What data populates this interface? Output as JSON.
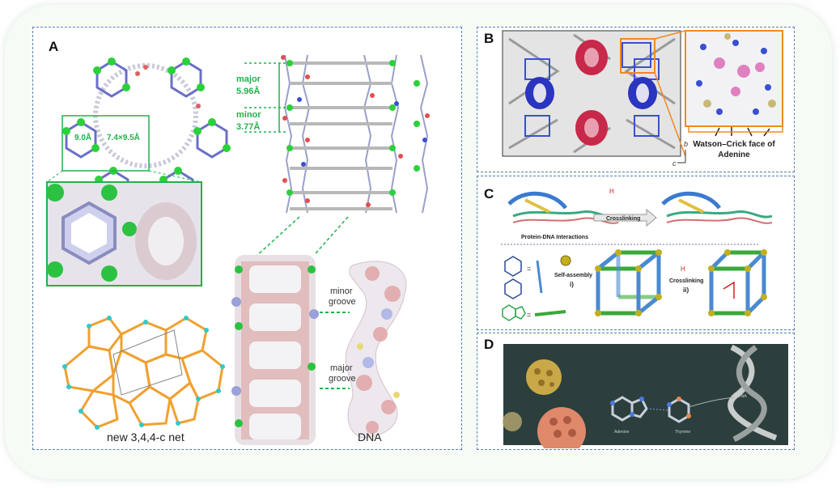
{
  "panels": {
    "A": {
      "label": "A",
      "pore_small": "9.0Å",
      "pore_large": "7.4×9.5Å",
      "major_label": "major",
      "major_value": "5.96Å",
      "minor_label": "minor",
      "minor_value": "3.77Å",
      "net_caption": "new 3,4,4-c net",
      "minor_groove": "minor\ngroove",
      "major_groove": "major\ngroove",
      "minor_groove_line1": "minor",
      "minor_groove_line2": "groove",
      "major_groove_line1": "major",
      "major_groove_line2": "groove",
      "dna_caption": "DNA"
    },
    "B": {
      "label": "B",
      "caption_line1": "Watson–Crick face of",
      "caption_line2": "Adenine",
      "axis_b": "b",
      "axis_c": "c"
    },
    "C": {
      "label": "C",
      "protein_dna": "Protein-DNA Interactions",
      "crosslinking_1": "Crosslinking",
      "self_assembly": "Self-assembly",
      "step_i": "i)",
      "crosslinking_2": "Crosslinking",
      "step_ii": "ii)"
    },
    "D": {
      "label": "D",
      "dna": "DNA",
      "adenine": "Adenine",
      "thymine": "Thymine"
    }
  },
  "colors": {
    "panel_border": "#5b7fae",
    "green_label": "#22b14c",
    "card_bg": "#f6fbf6",
    "dark_bg": "#2c3f3d"
  }
}
